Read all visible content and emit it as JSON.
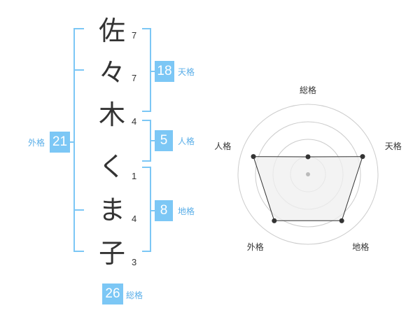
{
  "name": {
    "characters": [
      {
        "char": "佐",
        "strokes": "7"
      },
      {
        "char": "々",
        "strokes": "7"
      },
      {
        "char": "木",
        "strokes": "4"
      },
      {
        "char": "く",
        "strokes": "1"
      },
      {
        "char": "ま",
        "strokes": "4"
      },
      {
        "char": "子",
        "strokes": "3"
      }
    ]
  },
  "kakusu": {
    "tenkaku": {
      "value": "18",
      "label": "天格"
    },
    "jinkaku": {
      "value": "5",
      "label": "人格"
    },
    "chikaku": {
      "value": "8",
      "label": "地格"
    },
    "gaikaku": {
      "value": "21",
      "label": "外格"
    },
    "soukaku": {
      "value": "26",
      "label": "総格"
    }
  },
  "radar": {
    "axes": [
      "総格",
      "天格",
      "地格",
      "外格",
      "人格"
    ],
    "values": [
      0.25,
      0.82,
      0.82,
      0.82,
      0.82
    ],
    "max": 1,
    "rings": 4,
    "colors": {
      "ring": "#cccccc",
      "fill": "#efefef",
      "stroke": "#333333",
      "point": "#333333",
      "center": "#bbbbbb"
    }
  },
  "colors": {
    "accent": "#7cc7f5",
    "accent_text": "#5aaee8",
    "text": "#333333"
  }
}
